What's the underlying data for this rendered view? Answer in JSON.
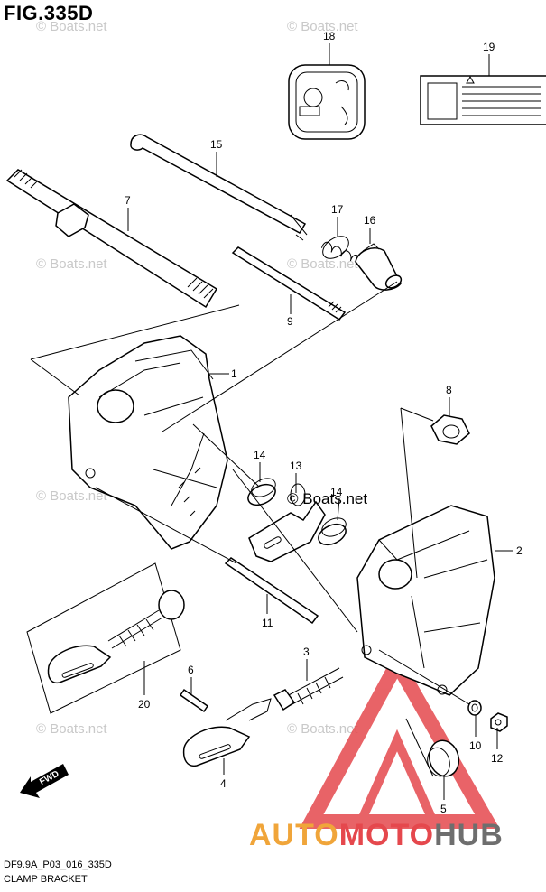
{
  "figure": {
    "title": "FIG.335D",
    "code": "DF9.9A_P03_016_335D",
    "caption": "CLAMP BRACKET"
  },
  "callouts": [
    "18",
    "19",
    "15",
    "7",
    "17",
    "16",
    "9",
    "1",
    "8",
    "14",
    "13",
    "14",
    "2",
    "11",
    "3",
    "6",
    "20",
    "10",
    "12",
    "4",
    "5"
  ],
  "watermark": {
    "site": "© Boats.net",
    "brand_left": "AUTO",
    "brand_mid": "MOTO",
    "brand_right": "HUB"
  },
  "fwd_label": "FWD",
  "colors": {
    "brand_orange": "#f0a53a",
    "brand_red": "#e5484d",
    "brand_gray": "#6e6e6e",
    "watermark_gray": "#c9c9c9"
  }
}
